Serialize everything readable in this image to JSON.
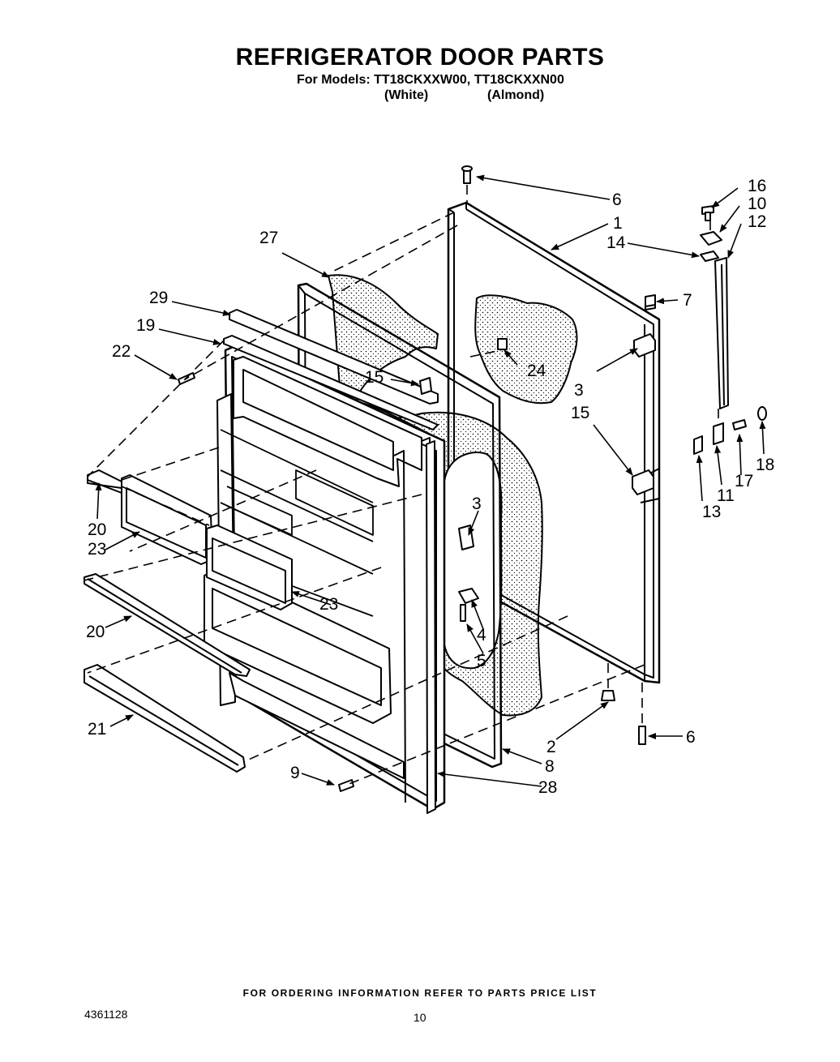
{
  "header": {
    "title": "REFRIGERATOR DOOR PARTS",
    "models_line": "For Models: TT18CKXXW00, TT18CKXXN00",
    "variant_white": "(White)",
    "variant_almond": "(Almond)"
  },
  "callouts": {
    "c1": "1",
    "c2": "2",
    "c3a": "3",
    "c3b": "3",
    "c4": "4",
    "c5": "5",
    "c6a": "6",
    "c6b": "6",
    "c7": "7",
    "c8": "8",
    "c9": "9",
    "c10": "10",
    "c11": "11",
    "c12": "12",
    "c13": "13",
    "c14": "14",
    "c15a": "15",
    "c15b": "15",
    "c16": "16",
    "c17": "17",
    "c18": "18",
    "c19": "19",
    "c20a": "20",
    "c20b": "20",
    "c21": "21",
    "c22": "22",
    "c23a": "23",
    "c23b": "23",
    "c24": "24",
    "c27": "27",
    "c28": "28",
    "c29": "29"
  },
  "footer": {
    "ordering_note": "FOR ORDERING INFORMATION REFER TO PARTS PRICE LIST",
    "doc_number": "4361128",
    "page_number": "10"
  }
}
